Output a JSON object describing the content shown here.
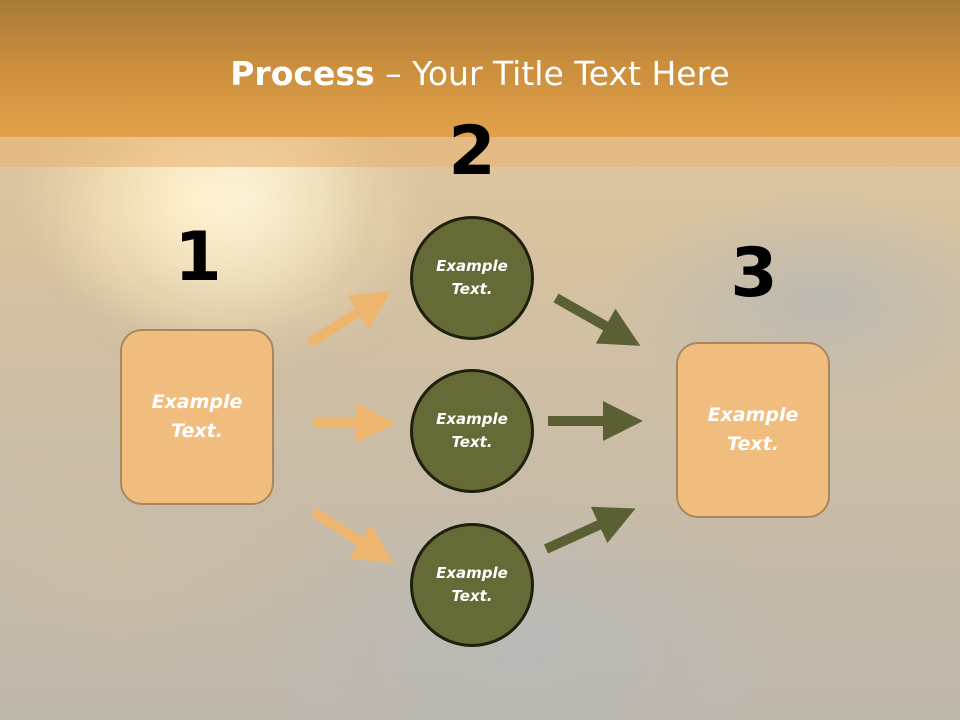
{
  "slide": {
    "title_bold": "Process",
    "title_rest": " – Your Title Text Here"
  },
  "steps": {
    "num1": "1",
    "num2": "2",
    "num3": "3"
  },
  "input_box": {
    "text": "Example\nText."
  },
  "circles": [
    {
      "text": "Example\nText."
    },
    {
      "text": "Example\nText."
    },
    {
      "text": "Example\nText."
    }
  ],
  "output_box": {
    "text": "Example\nText."
  },
  "colors": {
    "header": "#d9983f",
    "box_fill": "#f0bd7e",
    "circle_fill": "#656a36",
    "left_arrow": "#eeb56e",
    "right_arrow": "#5b6034"
  }
}
